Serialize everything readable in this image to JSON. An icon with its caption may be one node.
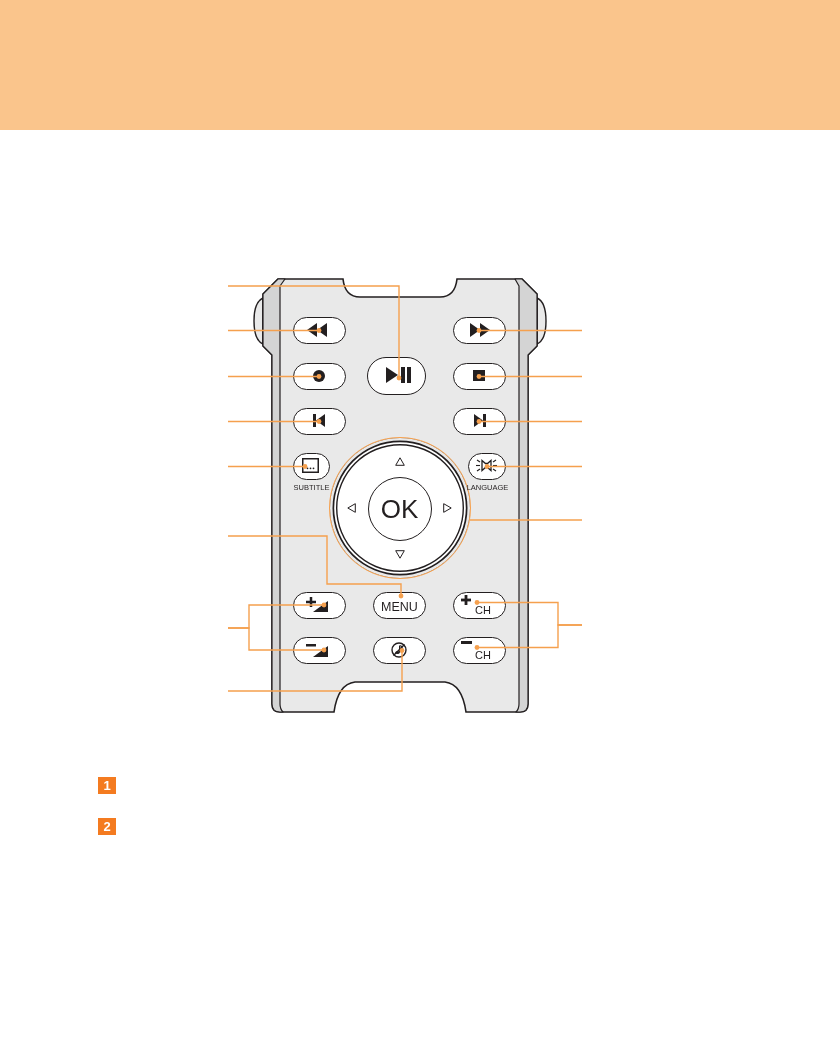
{
  "diagram": {
    "nodes": [
      {
        "text": [],
        "shape": "box"
      },
      {
        "text": [],
        "shape": "box",
        "in": 0
      },
      {
        "text": [],
        "shape": "box",
        "in": 0
      },
      {
        "text": [],
        "shape": "box",
        "in": 0
      },
      {
        "text": [],
        "shape": "box",
        "in": 0
      },
      {
        "text": [],
        "shape": "box",
        "in": 0
      },
      {
        "text": [],
        "shape": "box",
        "in": 0
      },
      {
        "text": [],
        "shape": "box",
        "in": 0
      },
      {
        "text": [
          "SUBTITLE"
        ],
        "in": 0
      },
      {
        "text": [],
        "shape": "circle",
        "in": 0
      },
      {
        "text": [
          "OK"
        ],
        "in": 9
      },
      {
        "text": [
          "LANGUAGE"
        ],
        "in": 0
      },
      {
        "text": [],
        "shape": "box",
        "in": 0
      },
      {
        "text": [
          "MENU"
        ],
        "in": 0
      },
      {
        "text": [
          "CH"
        ],
        "in": 0
      },
      {
        "text": [],
        "shape": "box",
        "in": 0
      },
      {
        "text": [],
        "shape": "box",
        "in": 0
      },
      {
        "text": [
          "CH"
        ],
        "in": 0
      }
    ],
    "edges": [
      {
        "from": null,
        "to": 4,
        "arrow": "other"
      },
      {
        "from": null,
        "to": 1,
        "arrow": "other"
      },
      {
        "from": null,
        "to": 3,
        "arrow": "other"
      },
      {
        "from": null,
        "to": 6,
        "arrow": "other"
      },
      {
        "from": null,
        "to": 8,
        "arrow": "other"
      },
      {
        "from": null,
        "to": 13,
        "arrow": "other"
      },
      {
        "from": null,
        "to": 12,
        "arrow": "other"
      },
      {
        "from": null,
        "to": 15,
        "arrow": "other"
      },
      {
        "from": null,
        "to": 16,
        "arrow": "other"
      },
      {
        "from": null,
        "to": 2,
        "arrow": "other"
      },
      {
        "from": null,
        "to": 5,
        "arrow": "other"
      },
      {
        "from": null,
        "to": 7,
        "arrow": "other"
      },
      {
        "from": null,
        "to": 11,
        "arrow": "other"
      },
      {
        "from": null,
        "to": 9,
        "arrow": "none"
      },
      {
        "from": null,
        "to": 14,
        "arrow": "other"
      },
      {
        "from": null,
        "to": 17,
        "arrow": "other"
      }
    ],
    "labels": [
      "1",
      "2"
    ]
  }
}
